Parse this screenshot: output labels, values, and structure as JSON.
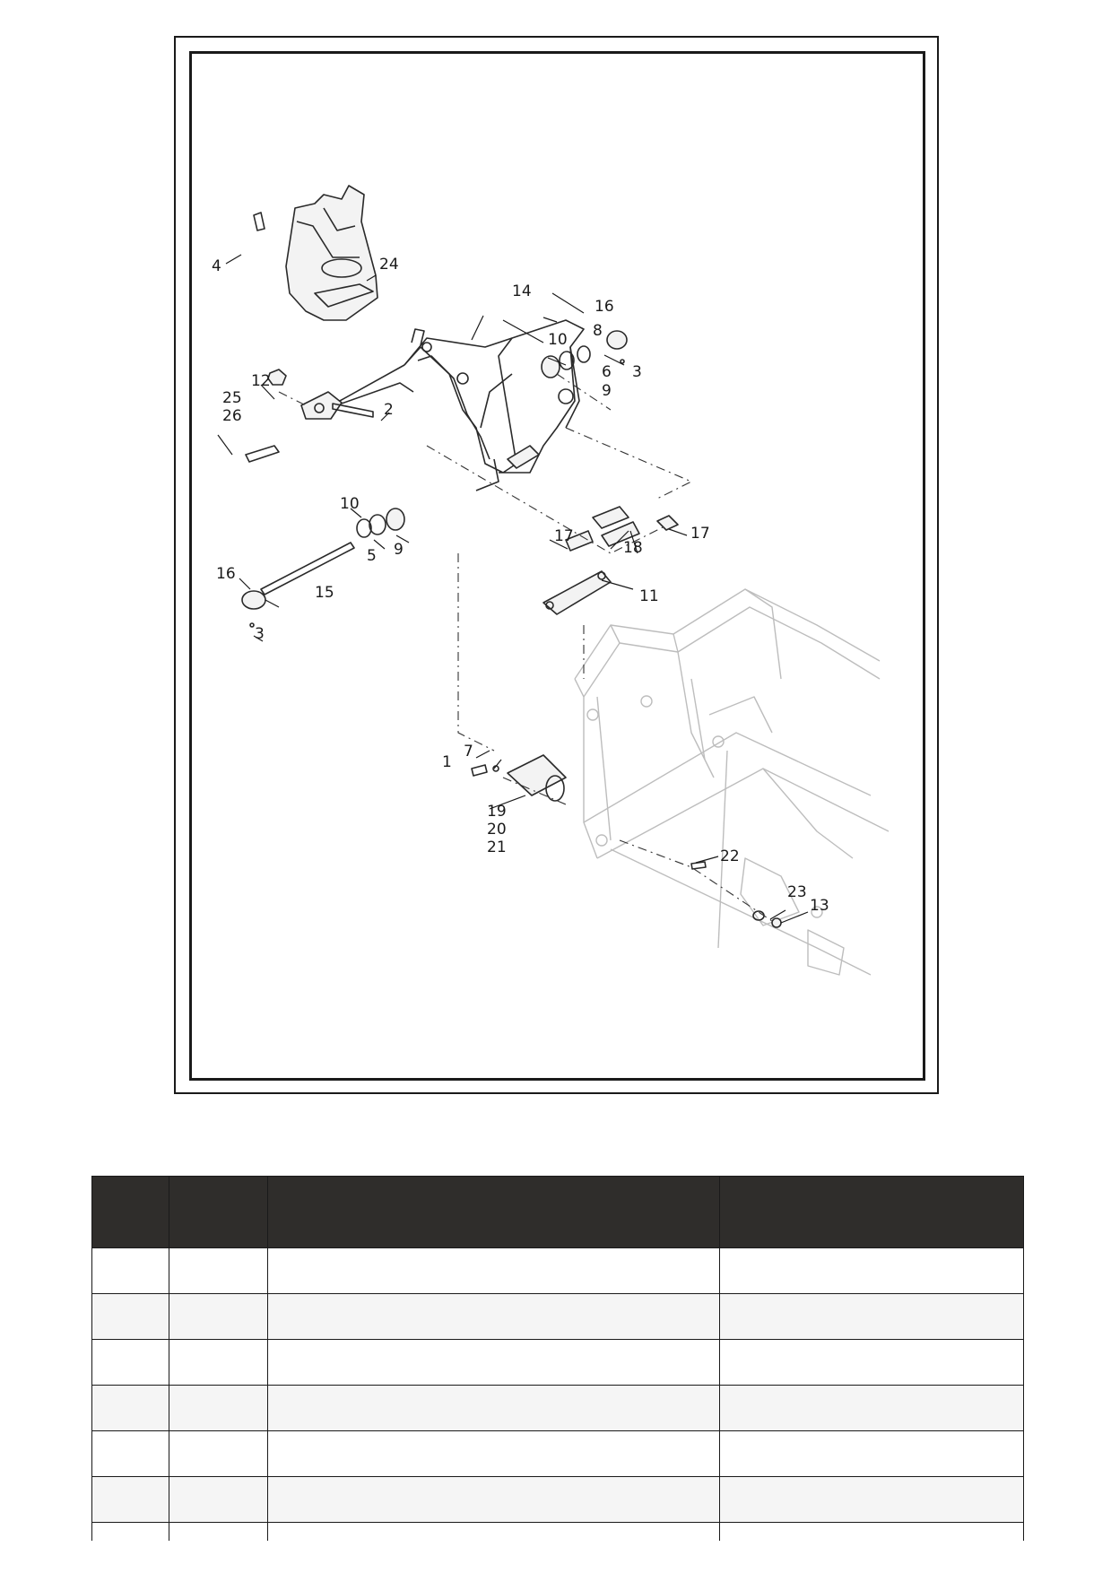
{
  "diagram": {
    "callouts": {
      "c1": "1",
      "c2": "2",
      "c3a": "3",
      "c3b": "3",
      "c4": "4",
      "c5": "5",
      "c6": "6",
      "c7": "7",
      "c8": "8",
      "c9a": "9",
      "c9b": "9",
      "c10a": "10",
      "c10b": "10",
      "c11": "11",
      "c12": "12",
      "c13": "13",
      "c14": "14",
      "c15": "15",
      "c16a": "16",
      "c16b": "16",
      "c17a": "17",
      "c17b": "17",
      "c18": "18",
      "c19": "19",
      "c20": "20",
      "c21": "21",
      "c22": "22",
      "c23": "23",
      "c24": "24",
      "c25": "25",
      "c26": "26"
    }
  },
  "parts_table": {
    "columns": [
      "",
      "",
      "",
      ""
    ],
    "rows": [
      [
        "",
        "",
        "",
        ""
      ],
      [
        "",
        "",
        "",
        ""
      ],
      [
        "",
        "",
        "",
        ""
      ],
      [
        "",
        "",
        "",
        ""
      ],
      [
        "",
        "",
        "",
        ""
      ],
      [
        "",
        "",
        "",
        ""
      ]
    ]
  }
}
